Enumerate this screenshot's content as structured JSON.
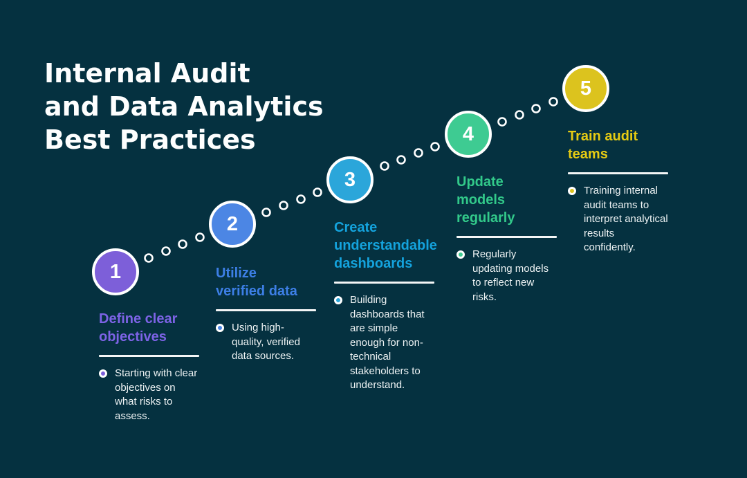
{
  "infographic": {
    "title_lines": [
      "Internal Audit",
      "and Data Analytics",
      "Best Practices"
    ],
    "background_color": "#053140",
    "title_color": "#fdfefe",
    "divider_color": "#f4f6f6",
    "description_text_color": "#eef3f4",
    "steps": [
      {
        "number": "1",
        "heading_lines": [
          "Define clear",
          "objectives"
        ],
        "description": "Starting with clear objectives on what risks to assess.",
        "circle_color": "#7d5fd9",
        "heading_color": "#7d63e6"
      },
      {
        "number": "2",
        "heading_lines": [
          "Utilize",
          "verified data"
        ],
        "description": "Using high-quality, verified data sources.",
        "circle_color": "#4c86e4",
        "heading_color": "#3d7fe6"
      },
      {
        "number": "3",
        "heading_lines": [
          "Create",
          "understandable",
          "dashboards"
        ],
        "description": "Building dashboards that are simple enough for non-technical stakeholders to understand.",
        "circle_color": "#2ba6da",
        "heading_color": "#14a3dd"
      },
      {
        "number": "4",
        "heading_lines": [
          "Update",
          "models",
          "regularly"
        ],
        "description": "Regularly updating models to reflect new risks.",
        "circle_color": "#3ecb92",
        "heading_color": "#32c98a"
      },
      {
        "number": "5",
        "heading_lines": [
          "Train audit",
          "teams"
        ],
        "description": "Training internal audit teams to interpret analytical results confidently.",
        "circle_color": "#dcc31e",
        "heading_color": "#e6cb13"
      }
    ]
  }
}
